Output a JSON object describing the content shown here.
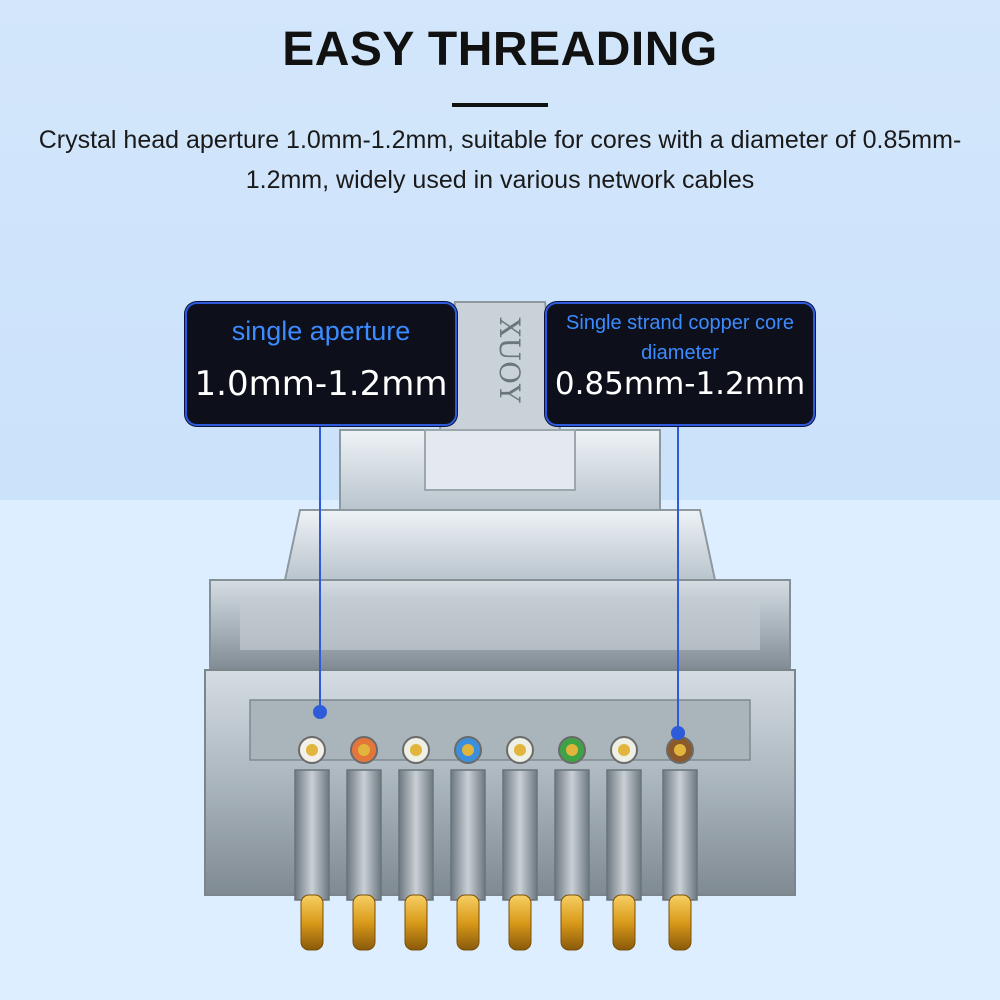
{
  "header": {
    "title": "EASY THREADING",
    "description": "Crystal head aperture 1.0mm-1.2mm, suitable for cores with a diameter of 0.85mm-1.2mm, widely used in various network cables"
  },
  "callouts": {
    "left": {
      "label": "single aperture",
      "value": "1.0mm-1.2mm"
    },
    "right": {
      "label": "Single strand copper core diameter",
      "value": "0.85mm-1.2mm"
    }
  },
  "product": {
    "brand_mark": "XUOY",
    "wire_colors": [
      "#f2f0e8",
      "#e5763a",
      "#eef0e6",
      "#3b8fdc",
      "#eef0e6",
      "#3fa244",
      "#eef0e6",
      "#8a5a2b"
    ]
  },
  "colors": {
    "accent_blue": "#3c8bff",
    "callout_bg": "#0d0f1a",
    "callout_border": "#2e5bd9",
    "pointer_line": "#2e5bd9",
    "contact_gold": "#d99a1a"
  }
}
